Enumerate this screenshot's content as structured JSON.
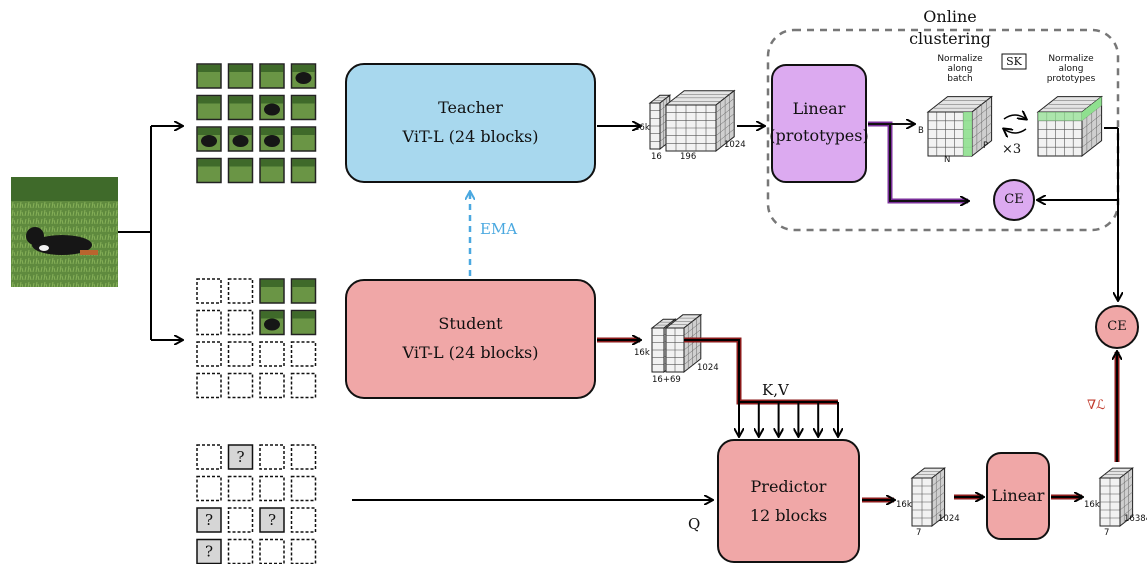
{
  "online_clustering": {
    "title": "Online clustering"
  },
  "teacher": {
    "line1": "Teacher",
    "line2": "ViT-L (24 blocks)"
  },
  "student": {
    "line1": "Student",
    "line2": "ViT-L (24 blocks)"
  },
  "ema_label": "EMA",
  "predictor": {
    "line1": "Predictor",
    "line2": "12 blocks"
  },
  "linear_prototypes": {
    "line1": "Linear",
    "line2": "(prototypes)"
  },
  "linear_head": "Linear",
  "ce_top": "CE",
  "ce_right": "CE",
  "kv_label": "K,V",
  "q_label": "Q",
  "grad_label": "∇ℒ",
  "sk": {
    "label": "SK",
    "repeat": "×3",
    "left_caption": [
      "Normalize",
      "along",
      "batch"
    ],
    "right_caption": [
      "Normalize",
      "along",
      "prototypes"
    ],
    "axis_b": "B",
    "axis_n": "N",
    "axis_p": "P"
  },
  "tensors": {
    "teacher_out": {
      "a": "16k",
      "b": "16",
      "c": "196",
      "d": "1024"
    },
    "student_out": {
      "a": "16k",
      "b": "16+69",
      "c": "1024"
    },
    "predictor_out": {
      "a": "16k",
      "b": "7",
      "c": "1024"
    },
    "linear_out": {
      "a": "16k",
      "b": "7",
      "c": "16384"
    }
  },
  "question_mark": "?",
  "colors": {
    "teacher_fill": "#a8d8ee",
    "student_fill": "#f0a7a7",
    "prototype_fill": "#dcaaf0",
    "ema_arrow": "#4aa8e0",
    "grad_arrow": "#c0392b",
    "grad_text": "#c0392b",
    "dashed_frame": "#777777",
    "green_slice": "#8fe08f"
  }
}
